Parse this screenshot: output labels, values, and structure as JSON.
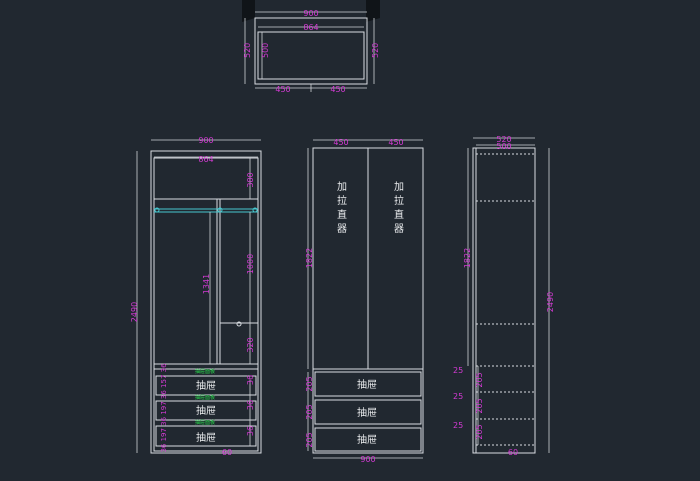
{
  "plan": {
    "width_outer": "900",
    "width_inner": "864",
    "depth_outer_left": "520",
    "depth_inner": "500",
    "depth_outer_right": "520",
    "half_left": "450",
    "half_right": "450"
  },
  "front": {
    "width_outer": "900",
    "width_inner": "864",
    "total_height": "2490",
    "top_space": "380",
    "hang_height": "1341",
    "upper_right": "1000",
    "lower_right": "320",
    "bottom_clear": "60",
    "drawer_label": "抽屉",
    "drawer_small_label": "抽屉面板",
    "stack_dims": "36 197 36 197 36 157 36"
  },
  "door": {
    "half_left": "450",
    "half_right": "450",
    "height": "1822",
    "handle_label_left": [
      "加",
      "拉",
      "直",
      "器"
    ],
    "handle_label_right": [
      "加",
      "拉",
      "直",
      "器"
    ],
    "drawer_label": "抽屉",
    "drawer_h": "205",
    "width_bottom": "900"
  },
  "side": {
    "depth_outer": "520",
    "depth_inner": "500",
    "height_upper": "1822",
    "height_total": "2490",
    "gap": "25",
    "drawer_d": "205",
    "bottom_clear": "60"
  },
  "colors": {
    "background": "#212830",
    "line": "#d9dde2",
    "dimension_text": "#d43ad4",
    "rail": "#46c8d0",
    "drawer_note": "#27d84a"
  }
}
